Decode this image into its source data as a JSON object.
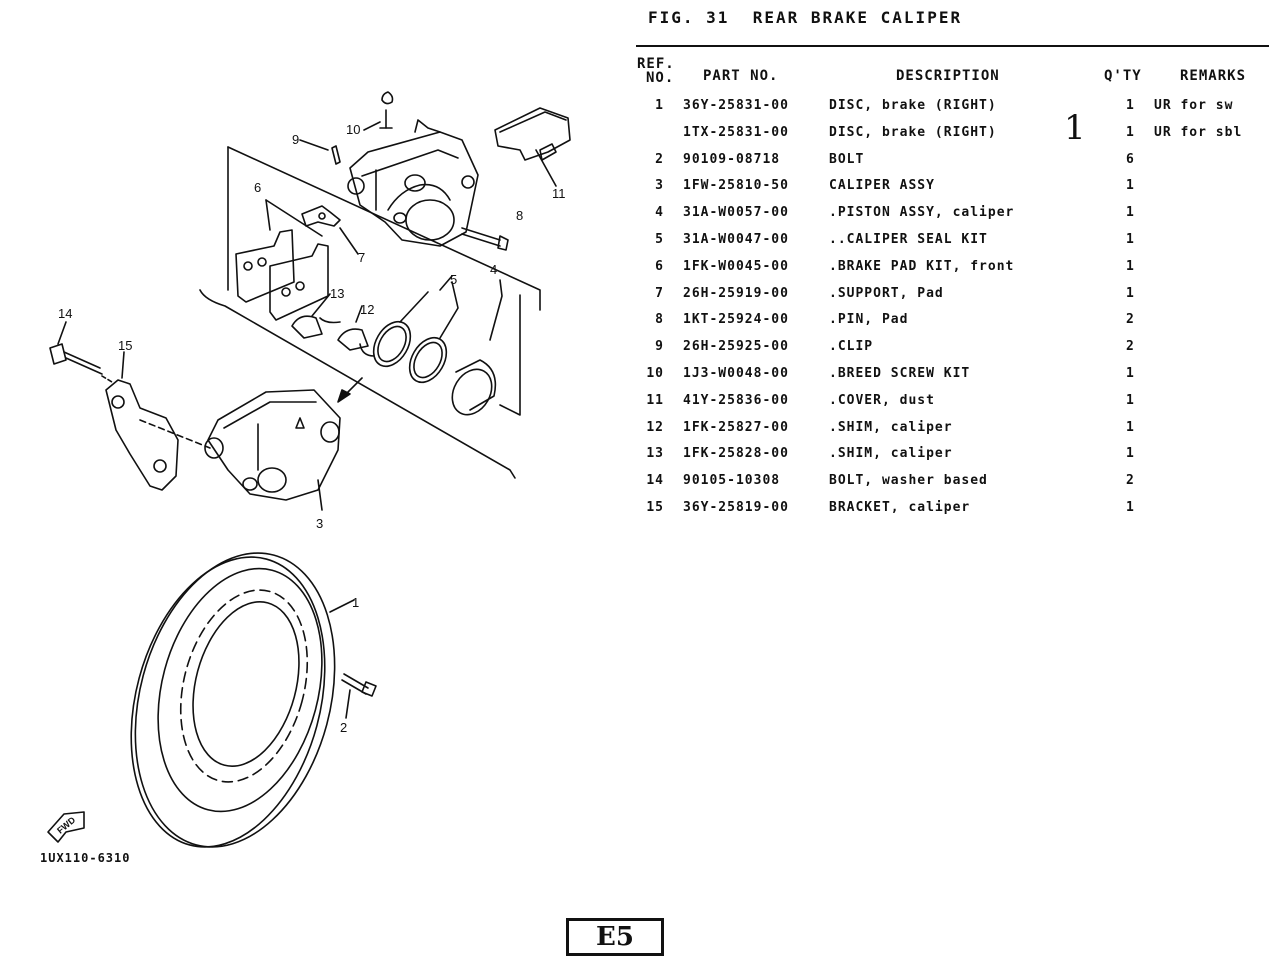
{
  "title": "FIG. 31  REAR BRAKE CALIPER",
  "table": {
    "headers": {
      "ref_line1": "REF.",
      "ref_line2": "NO.",
      "part": "PART NO.",
      "description": "DESCRIPTION",
      "qty": "Q'TY",
      "remarks": "REMARKS"
    },
    "rows": [
      {
        "ref": "1",
        "part": "36Y-25831-00",
        "desc": "DISC, brake (RIGHT)",
        "qty": "1",
        "remarks": "UR for sw"
      },
      {
        "ref": "",
        "part": "1TX-25831-00",
        "desc": "DISC, brake (RIGHT)",
        "qty": "1",
        "remarks": "UR for sbl"
      },
      {
        "ref": "2",
        "part": "90109-08718",
        "desc": "BOLT",
        "qty": "6",
        "remarks": ""
      },
      {
        "ref": "3",
        "part": "1FW-25810-50",
        "desc": "CALIPER ASSY",
        "qty": "1",
        "remarks": ""
      },
      {
        "ref": "4",
        "part": "31A-W0057-00",
        "desc": ".PISTON ASSY, caliper",
        "qty": "1",
        "remarks": ""
      },
      {
        "ref": "5",
        "part": "31A-W0047-00",
        "desc": "..CALIPER SEAL KIT",
        "qty": "1",
        "remarks": ""
      },
      {
        "ref": "6",
        "part": "1FK-W0045-00",
        "desc": ".BRAKE PAD KIT, front",
        "qty": "1",
        "remarks": ""
      },
      {
        "ref": "7",
        "part": "26H-25919-00",
        "desc": ".SUPPORT, Pad",
        "qty": "1",
        "remarks": ""
      },
      {
        "ref": "8",
        "part": "1KT-25924-00",
        "desc": ".PIN, Pad",
        "qty": "2",
        "remarks": ""
      },
      {
        "ref": "9",
        "part": "26H-25925-00",
        "desc": ".CLIP",
        "qty": "2",
        "remarks": ""
      },
      {
        "ref": "10",
        "part": "1J3-W0048-00",
        "desc": ".BREED SCREW KIT",
        "qty": "1",
        "remarks": ""
      },
      {
        "ref": "11",
        "part": "41Y-25836-00",
        "desc": ".COVER, dust",
        "qty": "1",
        "remarks": ""
      },
      {
        "ref": "12",
        "part": "1FK-25827-00",
        "desc": ".SHIM, caliper",
        "qty": "1",
        "remarks": ""
      },
      {
        "ref": "13",
        "part": "1FK-25828-00",
        "desc": ".SHIM, caliper",
        "qty": "1",
        "remarks": ""
      },
      {
        "ref": "14",
        "part": "90105-10308",
        "desc": "BOLT, washer based",
        "qty": "2",
        "remarks": ""
      },
      {
        "ref": "15",
        "part": "36Y-25819-00",
        "desc": "BRACKET, caliper",
        "qty": "1",
        "remarks": ""
      }
    ]
  },
  "handwritten_note": "1",
  "diagram": {
    "callouts": [
      "1",
      "2",
      "3",
      "4",
      "5",
      "6",
      "7",
      "8",
      "9",
      "10",
      "11",
      "12",
      "13",
      "14",
      "15"
    ],
    "fwd_label": "FWD",
    "code": "1UX110-6310"
  },
  "page_badge": "E5"
}
